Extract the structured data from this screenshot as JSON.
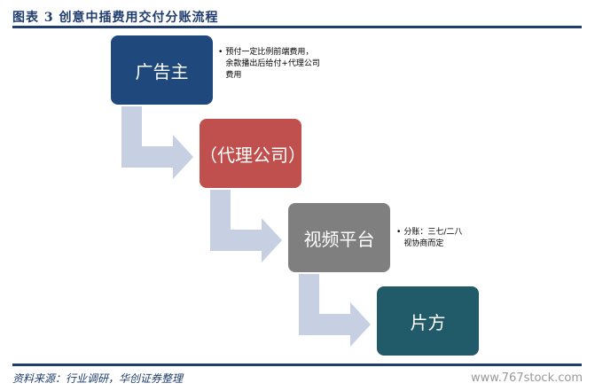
{
  "title": "图表 3   创意中插费用交付分账流程",
  "nodes": [
    {
      "label": "广告主",
      "color": "#1f497d"
    },
    {
      "label": "（代理公司）",
      "color": "#c0504d"
    },
    {
      "label": "视频平台",
      "color": "#7f7f7f"
    },
    {
      "label": "片方",
      "color": "#215a69"
    }
  ],
  "notes": [
    {
      "bullet": "•",
      "text": "预付一定比例前端费用，余款播出后给付+代理公司费用"
    },
    {
      "bullet": "•",
      "text": "分账：三七/二八视协商而定"
    }
  ],
  "arrow_color": "#c6d0e2",
  "source": "资料来源：行业调研，华创证券整理",
  "watermark": "www.767stock.com"
}
